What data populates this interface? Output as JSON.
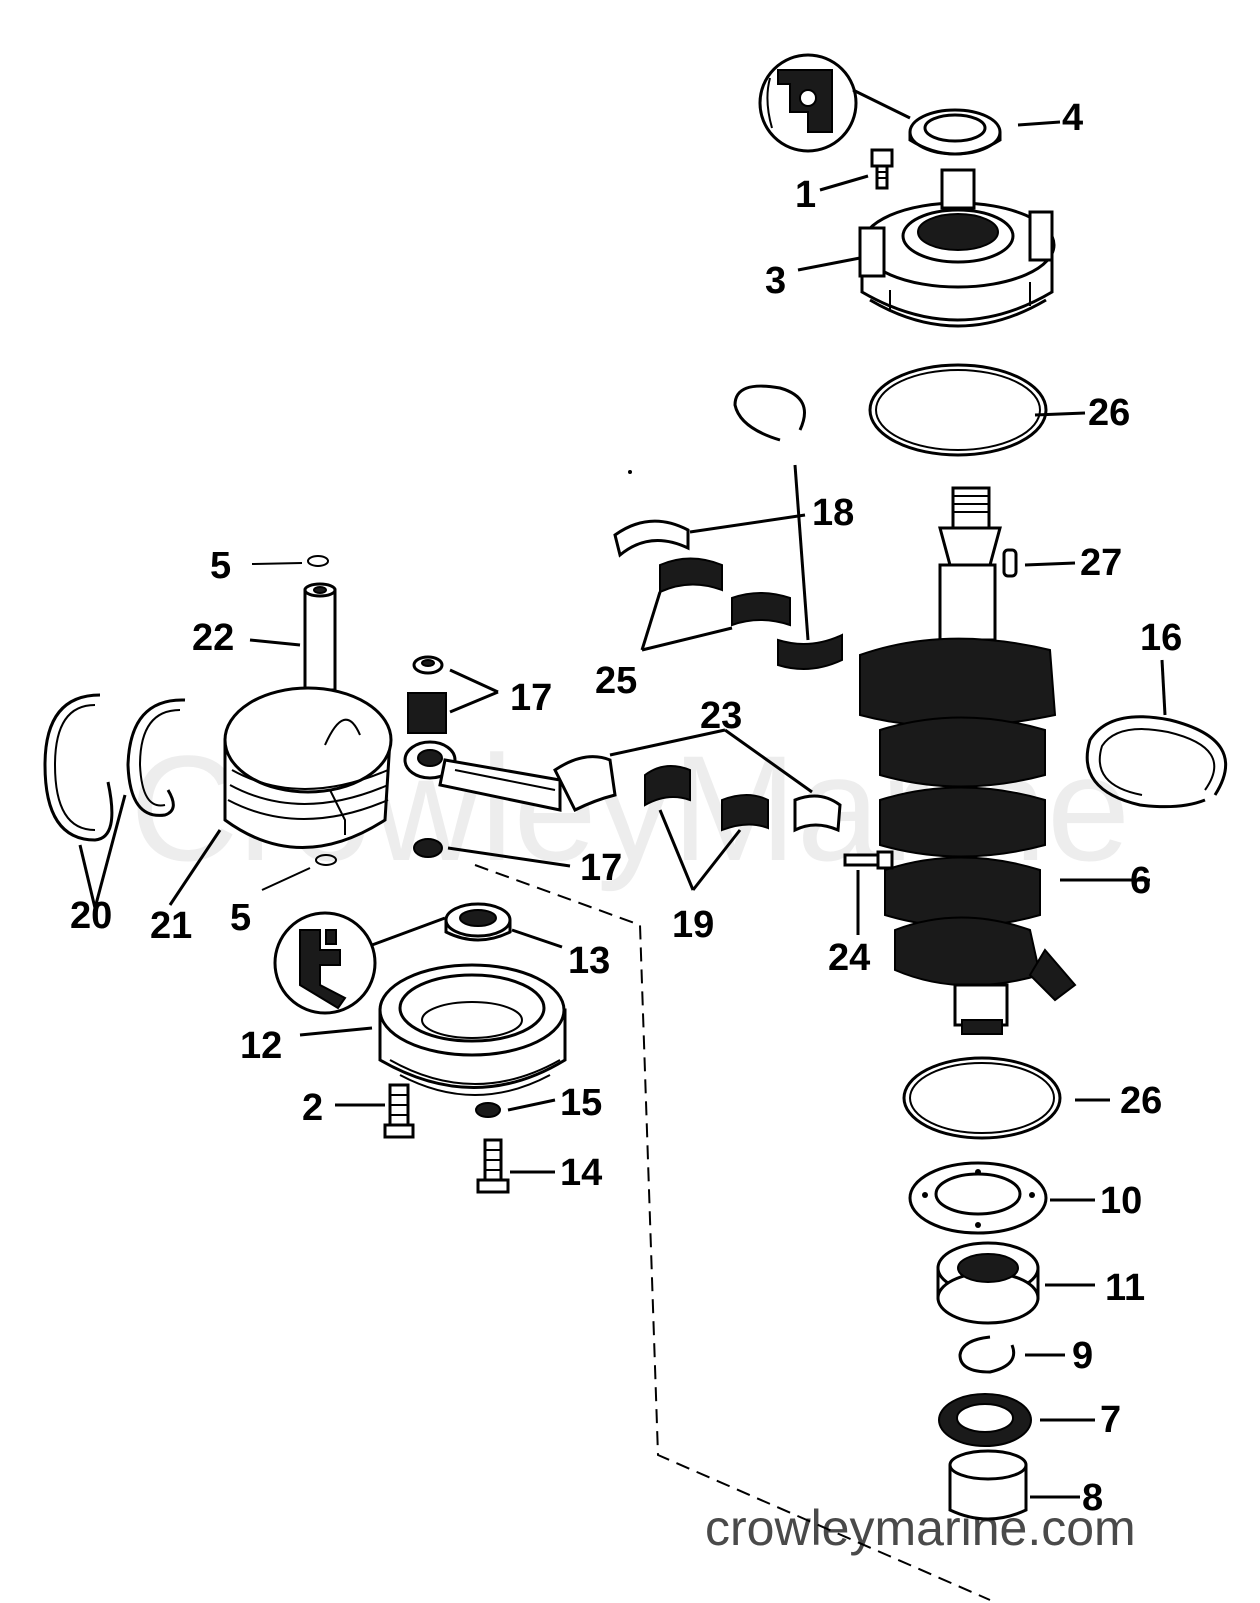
{
  "watermark": {
    "text": "CrowleyMarine",
    "url": "crowleymarine.com"
  },
  "callouts": {
    "c1": "1",
    "c2": "2",
    "c3": "3",
    "c4": "4",
    "c5a": "5",
    "c5b": "5",
    "c6": "6",
    "c7": "7",
    "c8": "8",
    "c9": "9",
    "c10": "10",
    "c11": "11",
    "c12": "12",
    "c13": "13",
    "c14": "14",
    "c15": "15",
    "c16": "16",
    "c17a": "17",
    "c17b": "17",
    "c18": "18",
    "c19": "19",
    "c20": "20",
    "c21": "21",
    "c22": "22",
    "c23": "23",
    "c24": "24",
    "c25": "25",
    "c26a": "26",
    "c26b": "26",
    "c27": "27"
  },
  "icons": {
    "sealant_top": "sealant-detail-icon",
    "sealant_bottom": "sealant-detail-icon"
  }
}
